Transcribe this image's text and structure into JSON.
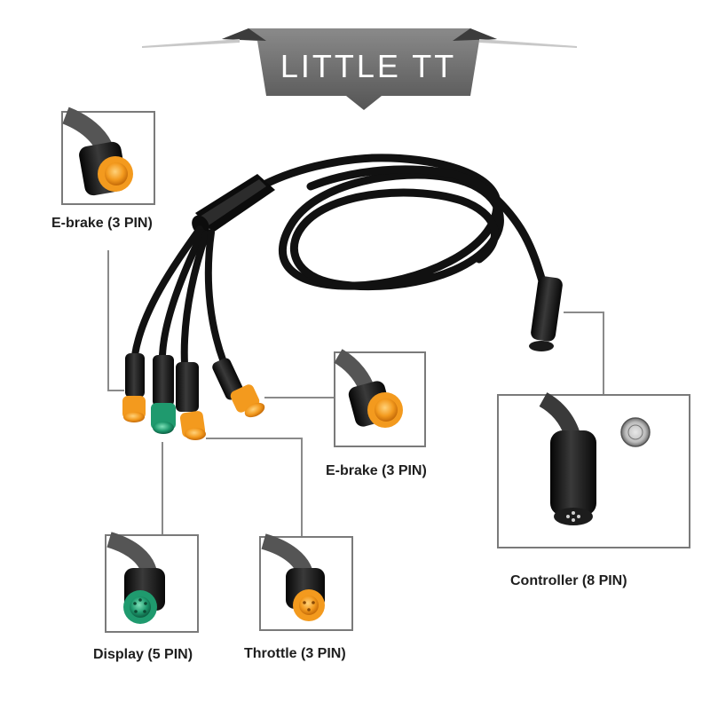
{
  "brand": {
    "logo_text": "LITTLE TT",
    "banner_color": "#6b6b6b"
  },
  "labels": {
    "ebrake_top": "E-brake (3 PIN)",
    "ebrake_mid": "E-brake (3 PIN)",
    "controller": "Controller (8 PIN)",
    "display": "Display (5 PIN)",
    "throttle": "Throttle (3 PIN)"
  },
  "colors": {
    "cable": "#111111",
    "orange_connector": "#f39a1e",
    "green_connector": "#1f9a6e",
    "frame_border": "#7a7a7a",
    "leader_line": "#8a8a8a"
  }
}
